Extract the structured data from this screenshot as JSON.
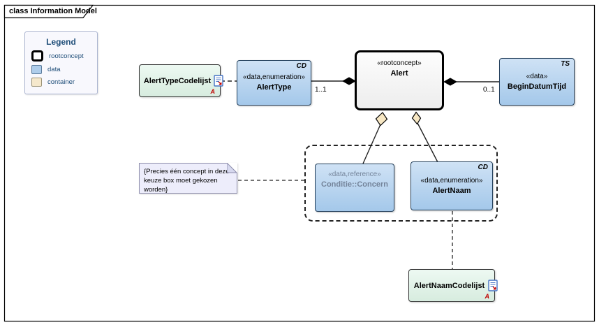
{
  "frame": {
    "label": "class Information Model"
  },
  "legend": {
    "title": "Legend",
    "items": [
      {
        "label": "rootconcept"
      },
      {
        "label": "data"
      },
      {
        "label": "container"
      }
    ]
  },
  "nodes": {
    "alert_type_codelijst": {
      "name": "AlertTypeCodelijst",
      "marker": "A"
    },
    "alert_type": {
      "tag": "CD",
      "stereotype": "«data,enumeration»",
      "name": "AlertType"
    },
    "alert": {
      "stereotype": "«rootconcept»",
      "name": "Alert"
    },
    "begin_datum_tijd": {
      "tag": "TS",
      "stereotype": "«data»",
      "name": "BeginDatumTijd"
    },
    "concern": {
      "stereotype": "«data,reference»",
      "name": "Conditie::Concern"
    },
    "alert_naam": {
      "tag": "CD",
      "stereotype": "«data,enumeration»",
      "name": "AlertNaam"
    },
    "alert_naam_codelijst": {
      "name": "AlertNaamCodelijst",
      "marker": "A"
    }
  },
  "edges": {
    "alert_type_to_alert": {
      "multiplicity": "1..1"
    },
    "alert_to_begin_datum_tijd": {
      "multiplicity": "0..1"
    }
  },
  "note": {
    "text": "{Precies één concept in deze keuze box moet gekozen worden}"
  },
  "colors": {
    "data_fill": "#aecdeb",
    "data_border": "#24405c",
    "container_fill": "#f7e7c3",
    "codelist_fill": "#ddefe6",
    "rootconcept_border": "#000000",
    "note_fill": "#ededfb",
    "legend_text": "#1f4e79",
    "marker_red": "#c00000"
  }
}
